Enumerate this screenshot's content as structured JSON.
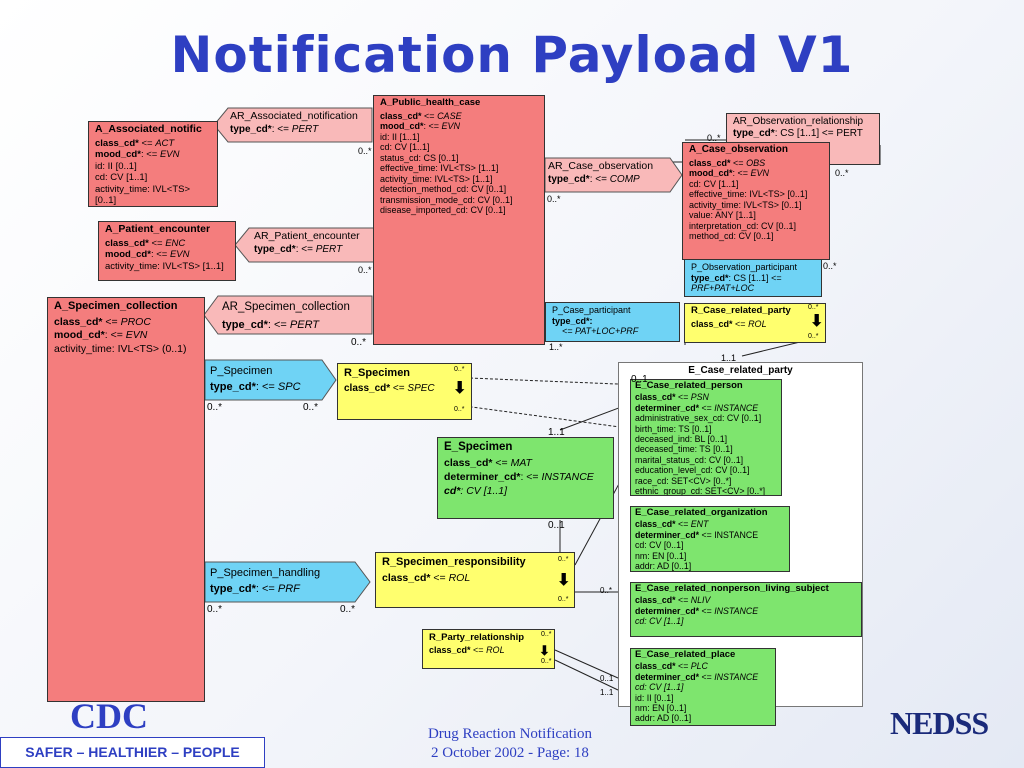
{
  "slide": {
    "title": "Notification Payload V1",
    "footer_line1": "Drug Reaction Notification",
    "footer_line2": "2 October 2002 - Page: 18",
    "brand": "CDC",
    "tagline": "SAFER – HEALTHIER – PEOPLE",
    "logo_text": "NEDSS"
  },
  "colors": {
    "red": "#f47d7d",
    "pink": "#f9b9b9",
    "cyan": "#6fd3f5",
    "yellow": "#ffff6e",
    "green": "#7ee56e",
    "title": "#2e3fc2"
  },
  "classes": {
    "a_associated": {
      "name": "A_Associated_notific",
      "l1k": "class_cd*",
      "l1v": "ACT",
      "l2k": "mood_cd*",
      "l2v": "EVN",
      "l3": "id: II [0..1]",
      "l4": "cd: CV [1..1]",
      "l5": "activity_time: IVL<TS> [0..1]"
    },
    "a_patient": {
      "name": "A_Patient_encounter",
      "l1k": "class_cd*",
      "l1v": "ENC",
      "l2k": "mood_cd*",
      "l2v": "EVN",
      "l3": "activity_time: IVL<TS> [1..1]"
    },
    "a_specimen": {
      "name": "A_Specimen_collection",
      "l1k": "class_cd*",
      "l1v": "PROC",
      "l2k": "mood_cd*",
      "l2v": "EVN",
      "l3": "activity_time: IVL<TS> (0..1)"
    },
    "a_public": {
      "name": "A_Public_health_case",
      "l1k": "class_cd*",
      "l1v": "CASE",
      "l2k": "mood_cd*",
      "l2v": "EVN",
      "l3": "id: II [1..1]",
      "l4": "cd: CV [1..1]",
      "l5": "status_cd: CS [0..1]",
      "l6": "effective_time: IVL<TS> [1..1]",
      "l7": "activity_time: IVL<TS> [1..1]",
      "l8": "detection_method_cd: CV [0..1]",
      "l9": "transmission_mode_cd: CV [0..1]",
      "l10": "disease_imported_cd: CV [0..1]"
    },
    "a_observation": {
      "name": "A_Case_observation",
      "l1k": "class_cd*",
      "l1v": "OBS",
      "l2k": "mood_cd*",
      "l2v": "EVN",
      "l3": "cd: CV [1..1]",
      "l4": "effective_time: IVL<TS> [0..1]",
      "l5": "activity_time: IVL<TS> [0..1]",
      "l6": "value: ANY [1..1]",
      "l7": "interpretation_cd: CV [0..1]",
      "l8": "method_cd: CV [0..1]"
    },
    "ar_obs_rel": {
      "name": "AR_Observation_relationship",
      "l1k": "type_cd*",
      "l1v": "CS [1..1] <= PERT"
    },
    "p_obs_part": {
      "name": "P_Observation_participant",
      "l1k": "type_cd*",
      "l1v": "CS [1..1] <=",
      "l2": "PRF+PAT+LOC"
    },
    "p_case_part": {
      "name": "P_Case_participant",
      "l1k": "type_cd*:",
      "l2": "<= PAT+LOC+PRF"
    },
    "r_case_party": {
      "name": "R_Case_related_party",
      "l1k": "class_cd*",
      "l1v": "ROL"
    },
    "r_specimen": {
      "name": "R_Specimen",
      "l1k": "class_cd*",
      "l1v": "SPEC"
    },
    "e_specimen": {
      "name": "E_Specimen",
      "l1k": "class_cd*",
      "l1v": "MAT",
      "l2k": "determiner_cd*",
      "l2v": "INSTANCE",
      "l3k": "cd*",
      "l3v": "CV [1..1]"
    },
    "r_spec_resp": {
      "name": "R_Specimen_responsibility",
      "l1k": "class_cd*",
      "l1v": "ROL"
    },
    "r_party_rel": {
      "name": "R_Party_relationship",
      "l1k": "class_cd*",
      "l1v": "ROL"
    },
    "e_container": {
      "name": "E_Case_related_party"
    },
    "e_person": {
      "name": "E_Case_related_person",
      "l1k": "class_cd*",
      "l1v": "PSN",
      "l2k": "determiner_cd*",
      "l2v": "INSTANCE",
      "l3": "administrative_sex_cd: CV [0..1]",
      "l4": "birth_time: TS [0..1]",
      "l5": "deceased_ind: BL [0..1]",
      "l6": "deceased_time: TS [0..1]",
      "l7": "marital_status_cd: CV [0..1]",
      "l8": "education_level_cd: CV [0..1]",
      "l9": "race_cd: SET<CV> [0..*]",
      "l10": "ethnic_group_cd: SET<CV> [0..*]"
    },
    "e_org": {
      "name": "E_Case_related_organization",
      "l1k": "class_cd*",
      "l1v": "ENT",
      "l2k": "determiner_cd*",
      "l2v": "INSTANCE",
      "l3": "cd: CV [0..1]",
      "l4": "nm: EN [0..1]",
      "l5": "addr: AD [0..1]"
    },
    "e_nonperson": {
      "name": "E_Case_related_nonperson_living_subject",
      "l1k": "class_cd*",
      "l1v": "NLIV",
      "l2k": "determiner_cd*",
      "l2v": "INSTANCE",
      "l3": "cd: CV [1..1]"
    },
    "e_place": {
      "name": "E_Case_related_place",
      "l1k": "class_cd*",
      "l1v": "PLC",
      "l2k": "determiner_cd*",
      "l2v": "INSTANCE",
      "l3": "cd: CV [1..1]",
      "l4": "id: II [0..1]",
      "l5": "nm: EN [0..1]",
      "l6": "addr: AD [0..1]"
    }
  },
  "connectors": {
    "ar_assoc": {
      "name": "AR_Associated_notification",
      "l1k": "type_cd*",
      "l1v": "PERT"
    },
    "ar_patient": {
      "name": "AR_Patient_encounter",
      "l1k": "type_cd*",
      "l1v": "PERT"
    },
    "ar_specimen": {
      "name": "AR_Specimen_collection",
      "l1k": "type_cd*",
      "l1v": "PERT"
    },
    "ar_case_obs": {
      "name": "AR_Case_observation",
      "l1k": "type_cd*",
      "l1v": "COMP"
    },
    "p_specimen": {
      "name": "P_Specimen",
      "l1k": "type_cd*",
      "l1v": "SPC"
    },
    "p_handling": {
      "name": "P_Specimen_handling",
      "l1k": "type_cd*",
      "l1v": "PRF"
    }
  },
  "cardinalities": {
    "c1": "0..*",
    "c2": "0..*",
    "c3": "0..*",
    "c4": "0..*",
    "c5": "0..*",
    "c6": "0..*",
    "c7": "0..*",
    "c8": "0..*",
    "c9": "0..*",
    "c10": "0..*",
    "c11": "0..*",
    "c12": "1..1",
    "c13": "0..1",
    "c14": "1..*",
    "c15": "1..1",
    "c16": "0..1",
    "c17": "0..*",
    "c18": "0..*",
    "c19": "0..*",
    "c20": "0..*",
    "c21": "0..*",
    "c22": "0..*",
    "c23": "0..*",
    "c24": "0..*",
    "c25": "0..*",
    "c26": "0..1",
    "c27": "1..1",
    "c28": "0..*",
    "c29": "0..*"
  }
}
